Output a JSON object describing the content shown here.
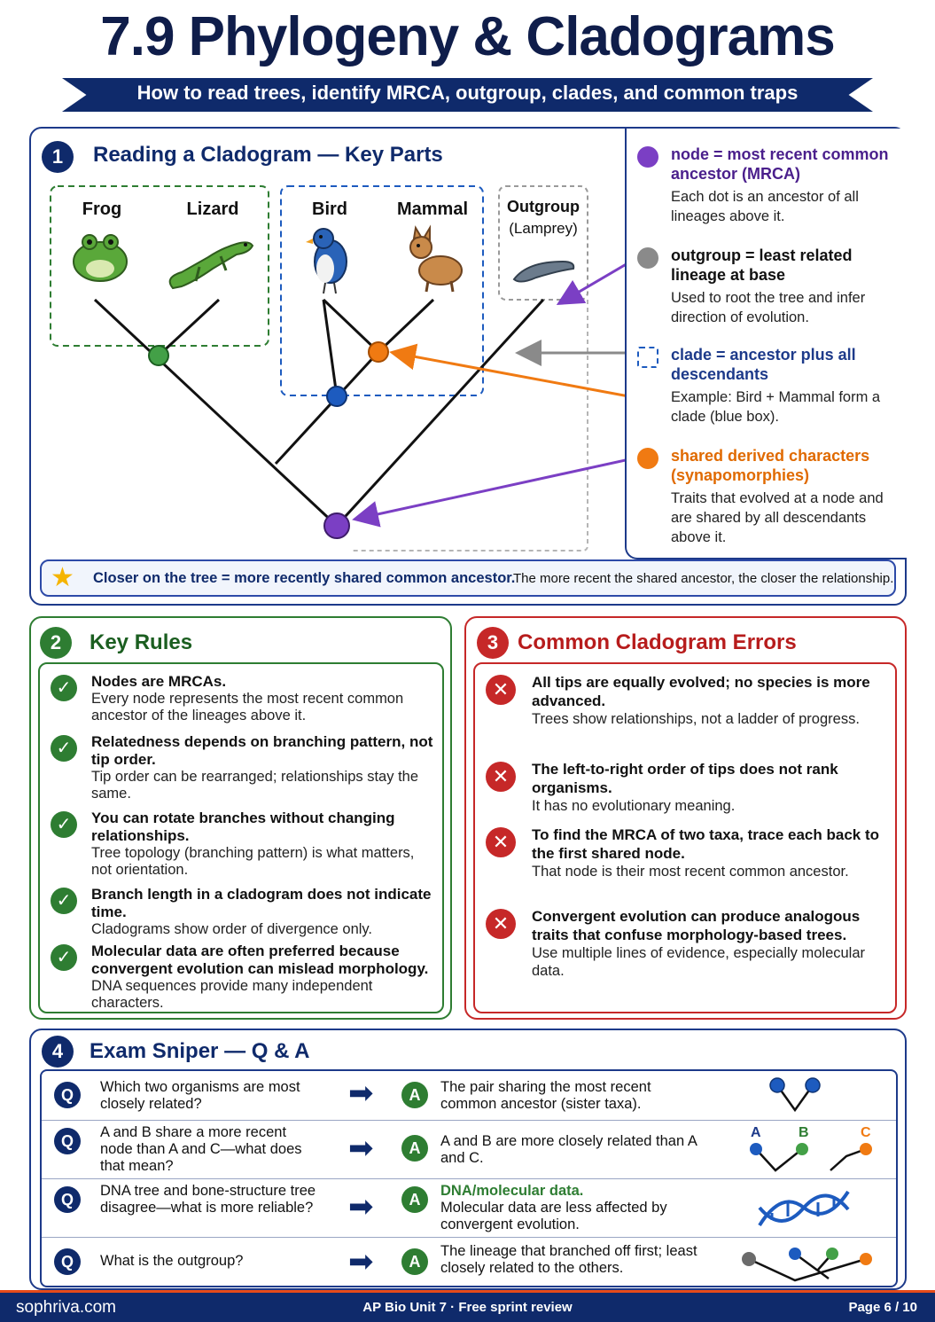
{
  "header": {
    "title": "7.9 Phylogeny & Cladograms",
    "subtitle": "How to read trees, identify MRCA, outgroup, clades, and common traps"
  },
  "section1": {
    "number": "1",
    "title": "Reading a Cladogram — Key Parts",
    "tips": {
      "frog": "Frog",
      "lizard": "Lizard",
      "bird": "Bird",
      "mammal": "Mammal",
      "outgroup": "Outgroup",
      "outgroup_sub": "(Lamprey)"
    },
    "legend": [
      {
        "head": "node = most recent common ancestor (MRCA)",
        "body": "Each dot is an ancestor of all lineages above it.",
        "color": "#7b3fc4"
      },
      {
        "head": "outgroup = least related lineage at base",
        "body": "Used to root the tree and infer direction of evolution.",
        "color": "#8a8a8a"
      },
      {
        "head": "clade = ancestor plus all descendants",
        "body": "Example: Bird + Mammal form a clade (blue box).",
        "color": "#1d5bbf"
      },
      {
        "head": "shared derived characters (synapomorphies)",
        "body": "Traits that evolved at a node and are shared by all descendants above it.",
        "color": "#f07a12"
      }
    ],
    "key_point_bold": "Closer on the tree = more recently shared common ancestor.",
    "key_point_rest": "The more recent the shared ancestor, the closer the relationship."
  },
  "section2": {
    "number": "2",
    "title": "Key Rules",
    "rules": [
      {
        "head": "Nodes are MRCAs.",
        "body": "Every node represents the most recent common ancestor of the lineages above it."
      },
      {
        "head": "Relatedness depends on branching pattern, not tip order.",
        "body": "Tip order can be rearranged; relationships stay the same."
      },
      {
        "head": "You can rotate branches without changing relationships.",
        "body": "Tree topology (branching pattern) is what matters, not orientation."
      },
      {
        "head": "Branch length in a cladogram does not indicate time.",
        "body": "Cladograms show order of divergence only."
      },
      {
        "head": "Molecular data are often preferred because convergent evolution can mislead morphology.",
        "body": "DNA sequences provide many independent characters."
      }
    ]
  },
  "section3": {
    "number": "3",
    "title": "Common Cladogram Errors",
    "errors": [
      {
        "head": "All tips are equally evolved; no species is more advanced.",
        "body": "Trees show relationships, not a ladder of progress."
      },
      {
        "head": "The left-to-right order of tips does not rank organisms.",
        "body": "It has no evolutionary meaning."
      },
      {
        "head": "To find the MRCA of two taxa, trace each back to the first shared node.",
        "body": "That node is their most recent common ancestor."
      },
      {
        "head": "Convergent evolution can produce analogous traits that confuse morphology-based trees.",
        "body": "Use multiple lines of evidence, especially molecular data."
      }
    ]
  },
  "section4": {
    "number": "4",
    "title": "Exam Sniper — Q & A",
    "q_badge": "Q",
    "a_badge": "A",
    "rows": [
      {
        "q": "Which two organisms are most closely related?",
        "a_head": "",
        "a": "The pair sharing the most recent common ancestor (sister taxa)."
      },
      {
        "q": "A and B share a more recent node than A and C—what does that mean?",
        "a_head": "",
        "a": "A and B are more closely related than A and C."
      },
      {
        "q": "DNA tree and bone-structure tree disagree—what is more reliable?",
        "a_head": "DNA/molecular data.",
        "a": "Molecular data are less affected by convergent evolution."
      },
      {
        "q": "What is the outgroup?",
        "a_head": "",
        "a": "The lineage that branched off first; least closely related to the others."
      }
    ],
    "mini_labels": {
      "a": "A",
      "b": "B",
      "c": "C"
    }
  },
  "footer": {
    "site": "sophriva.com",
    "middle": "AP Bio Unit 7  ·  Free sprint review",
    "page": "Page 6 / 10"
  }
}
